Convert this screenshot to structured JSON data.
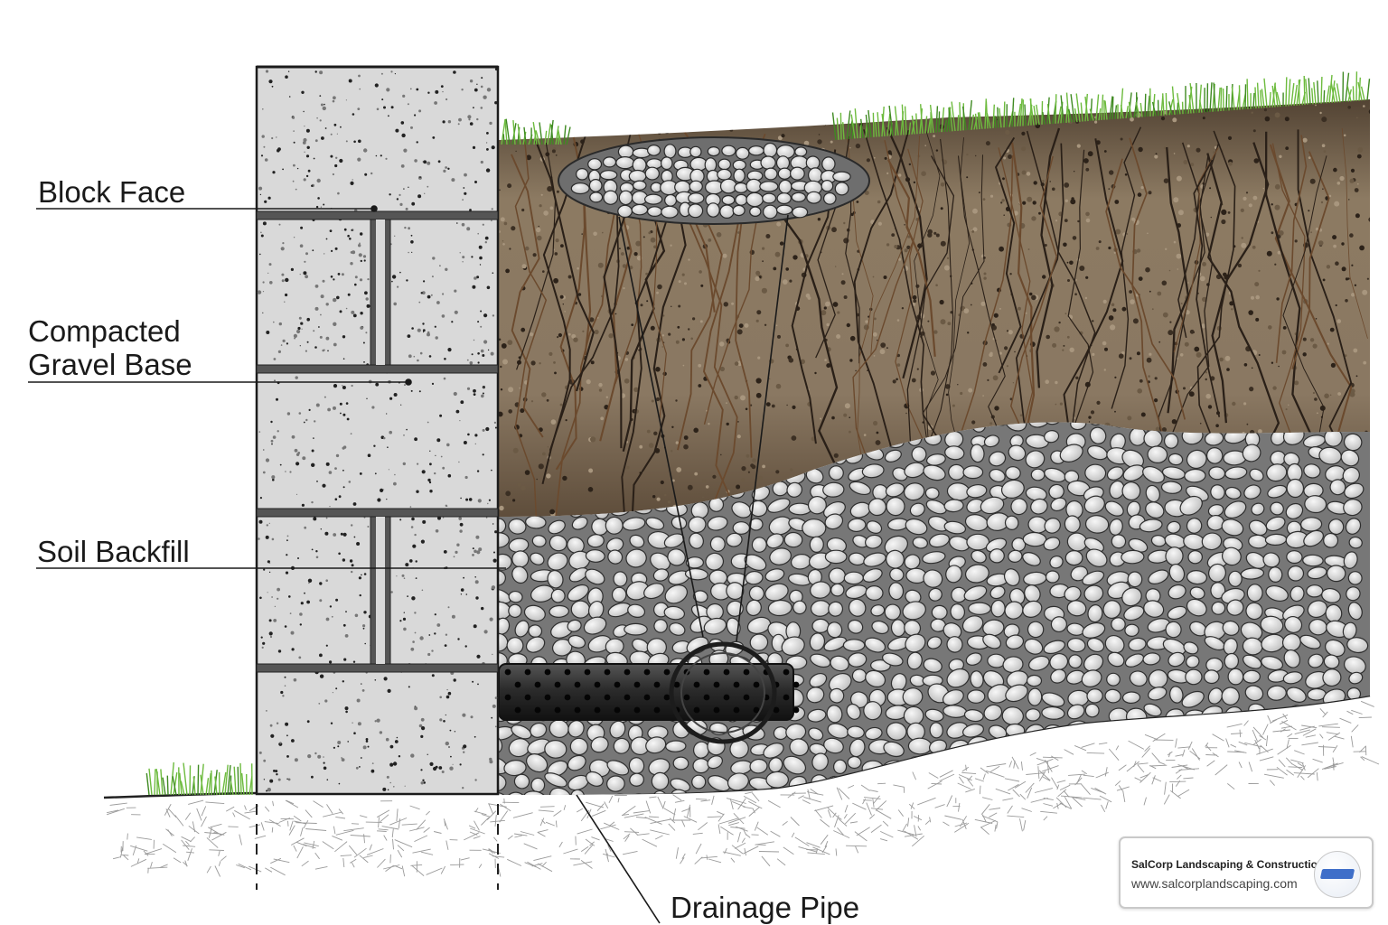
{
  "diagram": {
    "labels": {
      "block_face": "Block Face",
      "compacted_gravel_line1": "Compacted",
      "compacted_gravel_line2": "Gravel Base",
      "soil_backfill": "Soil Backfill",
      "drainage_pipe": "Drainage Pipe"
    },
    "colors": {
      "block_fill": "#dadada",
      "mortar": "#555555",
      "topsoil": "#5e4d3b",
      "soil_mid": "#8f7d66",
      "gravel_bg": "#7b7b7b",
      "gravel_stone": "#e4e4e4",
      "pipe": "#2a2a2a",
      "grass": "#6dbb3e",
      "ground_lines": "#9a9a9a"
    }
  },
  "brand": {
    "name": "SalCorp Landscaping & Construction",
    "url": "www.salcorplandscaping.com",
    "logo_icon": "salcorp-logo-icon"
  }
}
